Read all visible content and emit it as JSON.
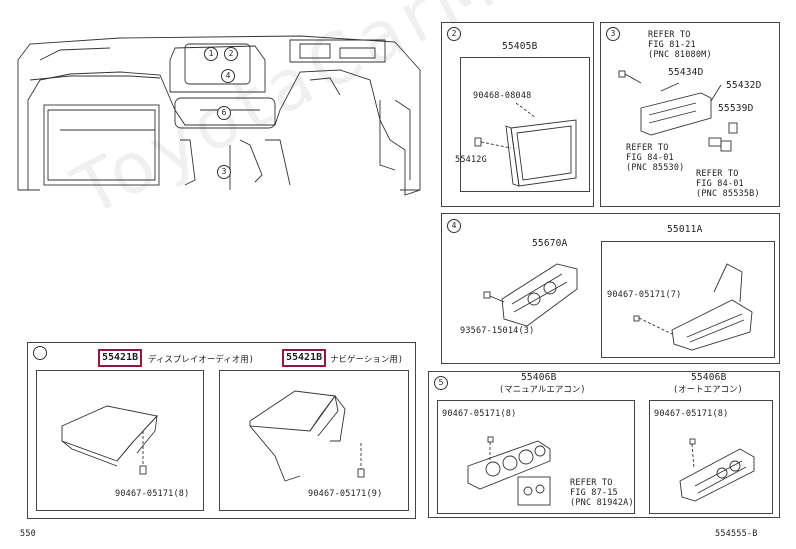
{
  "watermark": "ToyotaCarMarket",
  "footer": {
    "left": "550",
    "right": "554555-B"
  },
  "main": {
    "callouts": [
      "1",
      "2",
      "4",
      "6",
      "3"
    ]
  },
  "panel2": {
    "num": "2",
    "title": "55405B",
    "parts": {
      "clip": "90468-08048",
      "bracket": "55412G"
    }
  },
  "panel3": {
    "num": "3",
    "refer1": [
      "REFER TO",
      "FIG 81-21",
      "(PNC 81080M)"
    ],
    "p1": "55434D",
    "p2": "55432D",
    "p3": "55539D",
    "refer2": [
      "REFER TO",
      "FIG 84-01",
      "(PNC 85530)"
    ],
    "refer3": [
      "REFER TO",
      "FIG 84-01",
      "(PNC 85535B)"
    ]
  },
  "panel4": {
    "num": "4",
    "left_title": "55670A",
    "left_screw": "93567-15014(3)",
    "right_title": "55011A",
    "right_screw": "90467-05171(7)"
  },
  "panel1": {
    "num": "",
    "left_part": "55421B",
    "left_jp": "ディスプレイオーディオ用)",
    "left_clip": "90467-05171(8)",
    "right_part": "55421B",
    "right_jp": "ナビゲーション用)",
    "right_clip": "90467-05171(9)"
  },
  "panel5": {
    "num": "5",
    "left_title": "55406B",
    "left_sub": "(マニュアルエアコン)",
    "left_clip": "90467-05171(8)",
    "refer": [
      "REFER TO",
      "FIG 87-15",
      "(PNC 81942A)"
    ],
    "right_title": "55406B",
    "right_sub": "(オートエアコン)",
    "right_clip": "90467-05171(8)"
  },
  "colors": {
    "highlight": "#8b1a3a",
    "line": "#333333"
  }
}
